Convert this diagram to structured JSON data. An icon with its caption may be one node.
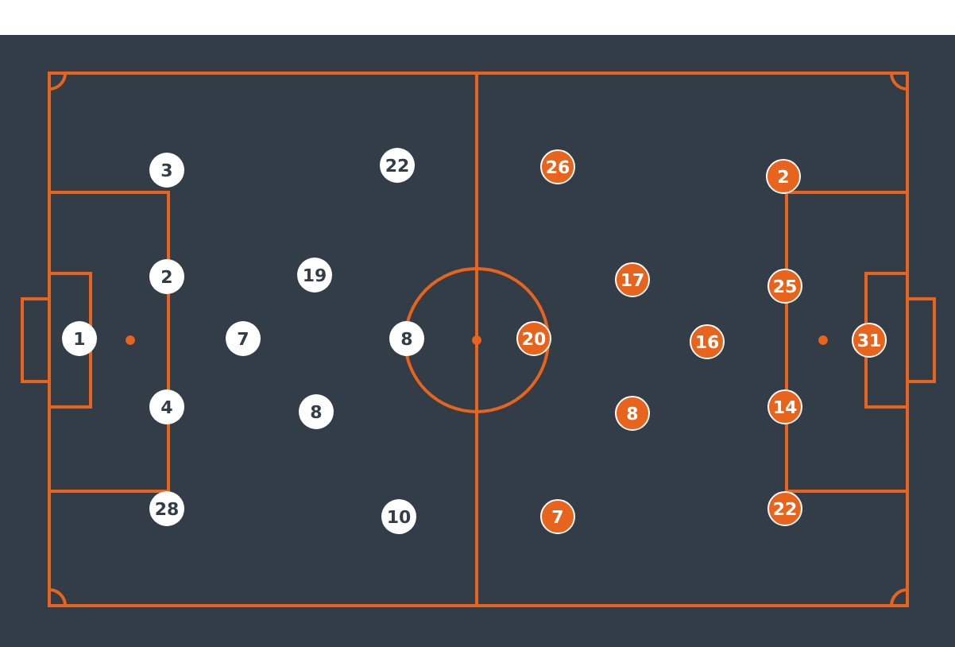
{
  "diagram": {
    "nodes": [
      {
        "text": [
          "3"
        ]
      },
      {
        "text": [
          "22"
        ]
      },
      {
        "text": [
          "2"
        ]
      },
      {
        "text": [
          "19"
        ]
      },
      {
        "text": [
          "1"
        ]
      },
      {
        "text": [
          "7"
        ]
      },
      {
        "text": [
          "8"
        ]
      },
      {
        "text": [
          "4"
        ]
      },
      {
        "text": [
          "8"
        ]
      },
      {
        "text": [
          "28"
        ]
      },
      {
        "text": [
          "10"
        ]
      },
      {
        "text": [
          "26"
        ]
      },
      {
        "text": [
          "2"
        ]
      },
      {
        "text": [
          "17"
        ]
      },
      {
        "text": [
          "25"
        ]
      },
      {
        "text": [
          "20"
        ]
      },
      {
        "text": [
          "16"
        ]
      },
      {
        "text": [
          "31"
        ]
      },
      {
        "text": [
          "8"
        ]
      },
      {
        "text": [
          "14"
        ]
      },
      {
        "text": [
          "7"
        ]
      },
      {
        "text": [
          "22"
        ]
      }
    ]
  }
}
